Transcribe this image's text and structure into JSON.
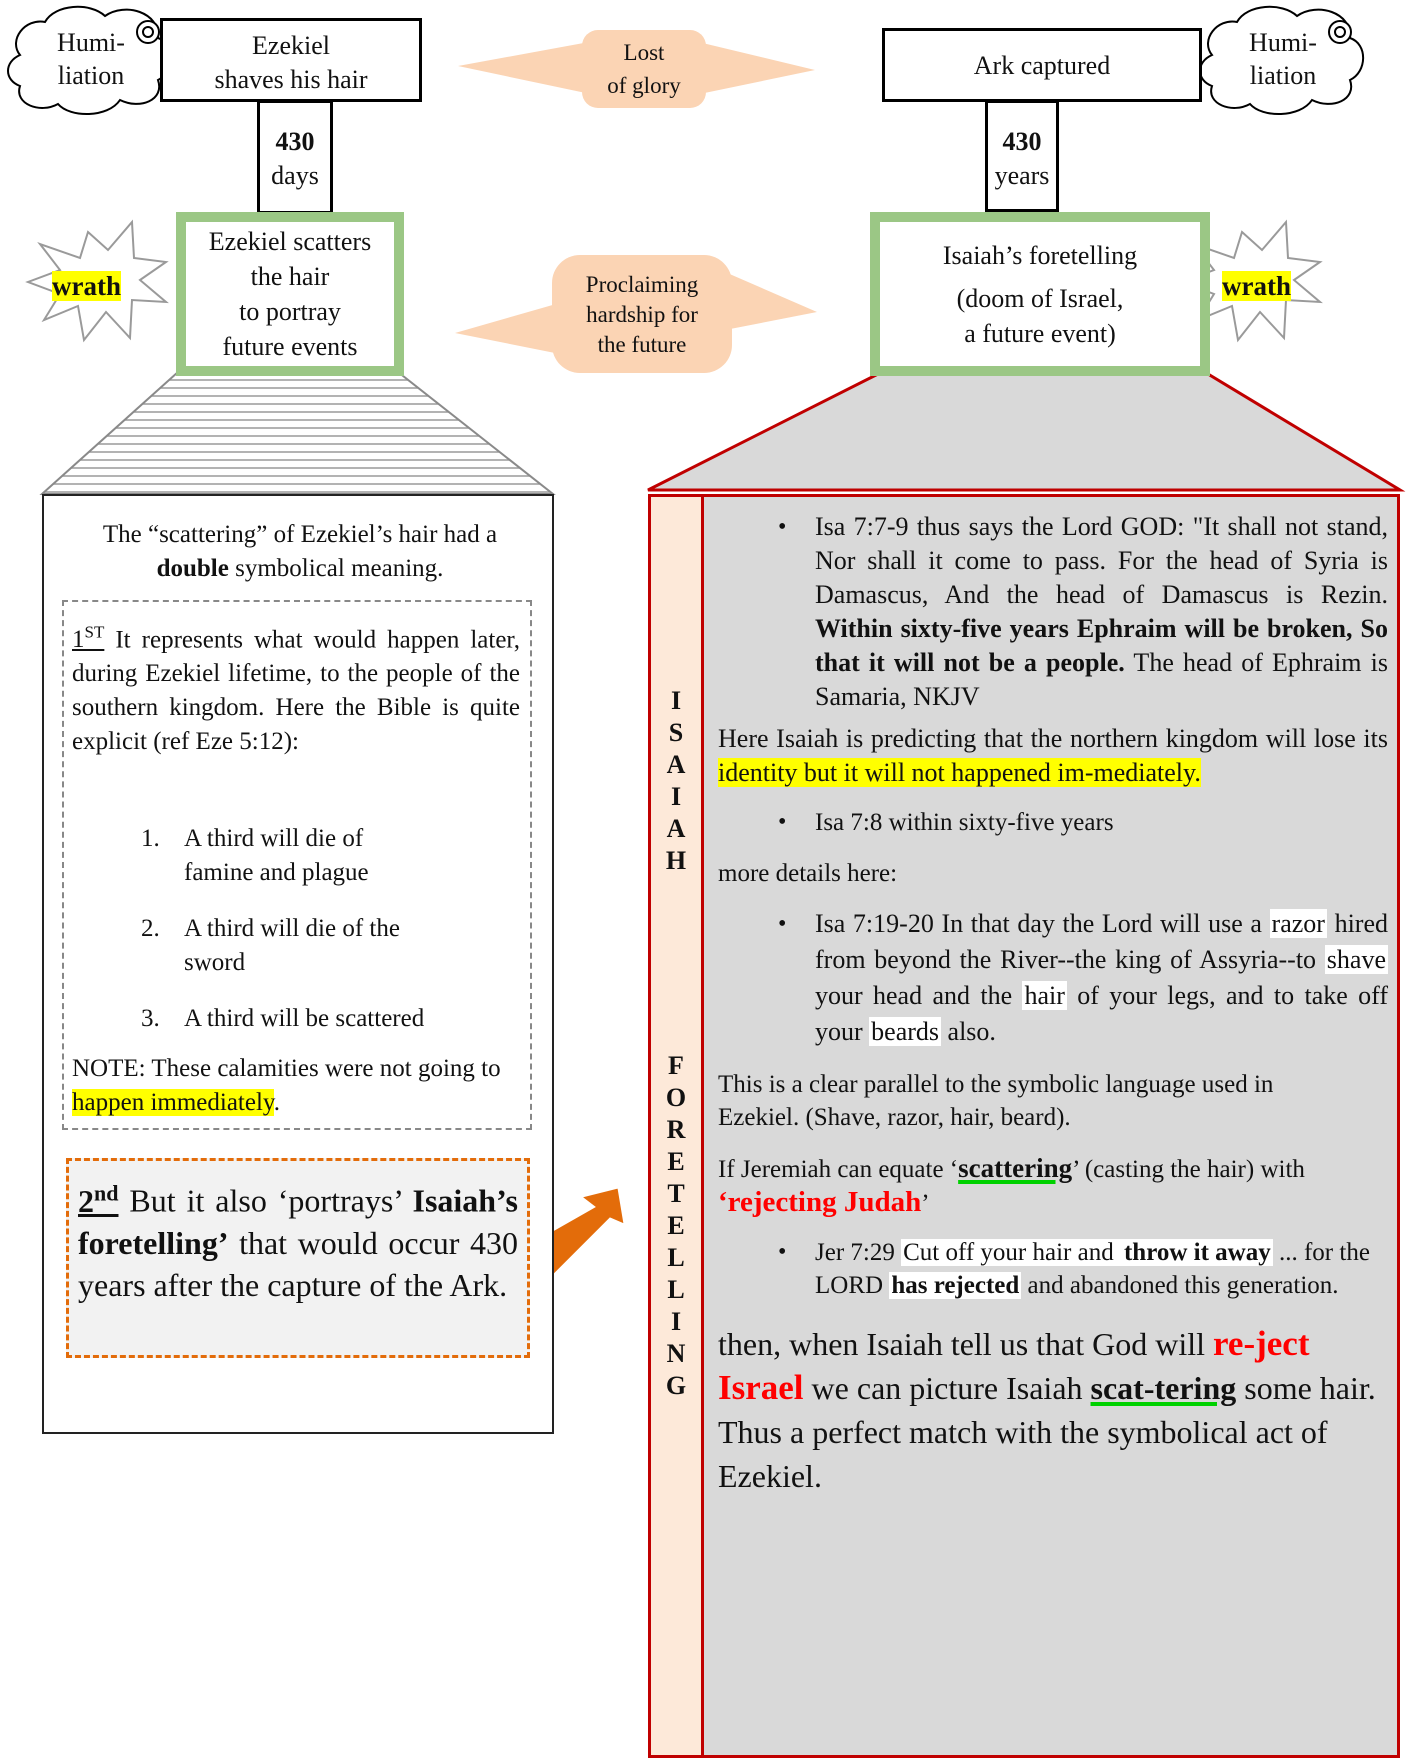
{
  "top": {
    "left": {
      "cloud": "Humi-\nliation",
      "event": "Ezekiel\nshaves his hair",
      "period_number": "430",
      "period_unit": "days",
      "green_box": "Ezekiel scatters\nthe hair\nto portray\nfuture events",
      "star": "wrath"
    },
    "right": {
      "cloud": "Humi-\nliation",
      "event": "Ark captured",
      "period_number": "430",
      "period_unit": "years",
      "green_box_line1": "Isaiah’s foretelling",
      "green_box_line2": "(doom of Israel,\na future event)",
      "star": "wrath"
    },
    "callout_top": "Lost\nof glory",
    "callout_middle": "Proclaiming\nhardship for\nthe future"
  },
  "left_panel": {
    "intro_a": "The “scattering” of Ezekiel’s hair had a ",
    "intro_bold": "double",
    "intro_b": " symbolical meaning.",
    "first_num": "1",
    "first_sup": "ST",
    "first_text": " It represents what would happen later, during Ezekiel lifetime, to the people of the southern kingdom. Here the Bible is quite explicit (ref Eze 5:12):",
    "items": [
      {
        "n": "1.",
        "text": "A third will die of famine and plague"
      },
      {
        "n": "2.",
        "text": "A third will die of the sword"
      },
      {
        "n": "3.",
        "text": "A third will be scattered"
      }
    ],
    "note_a": "NOTE: These calamities were not going  to ",
    "note_hl": "happen immediately",
    "note_b": ".",
    "second_num": "2",
    "second_sup": "nd",
    "second_a": " But it also ‘portrays’ ",
    "second_bold": "Isaiah’s foretelling’",
    "second_b": " that would occur 430 years after the capture of the Ark."
  },
  "right_panel": {
    "vertical_word1": [
      "I",
      "S",
      "A",
      "I",
      "A",
      "H"
    ],
    "vertical_word2": [
      "F",
      "O",
      "R",
      "E",
      "T",
      "E",
      "L",
      "L",
      "I",
      "N",
      "G"
    ],
    "bullet1_a": "Isa 7:7-9 thus says the Lord GOD: \"It shall not stand, Nor shall it come to pass. For the head of Syria is Damascus, And the head of Damascus is Rezin. ",
    "bullet1_bold": "Within sixty-five years Ephraim will be broken, So that it will not be a people.",
    "bullet1_b": " The head of Ephraim is Samaria, NKJV",
    "para1_a": "Here Isaiah is predicting that the northern kingdom will lose its ",
    "para1_hl": "identity but it will not happened im-mediately.",
    "bullet2": "Isa 7:8 within sixty-five years",
    "para2": "more details here:",
    "bullet3": {
      "t1": "Isa 7:19-20 In that day the Lord will use a ",
      "razor": "razor",
      "t2": " hired from beyond the River--the king of Assyria--to ",
      "shave": "shave",
      "t3": " your head and the ",
      "hair": "hair",
      "t4": " of your legs, and to take off your ",
      "beards": "beards",
      "t5": " also."
    },
    "para3": "This is a clear parallel to the symbolic language used in Ezekiel. (Shave, razor, hair, beard).",
    "para4": {
      "a": "If Jeremiah can equate  ‘",
      "scattering": "scattering",
      "b": "’  (casting the hair) with ",
      "rejecting": "‘rejecting Judah",
      "c": "’"
    },
    "bullet4": {
      "t1": "Jer 7:29 ",
      "w1": "Cut off your hair and ",
      "b1": "throw it away",
      "t2": " ... for the LORD ",
      "b2": "has rejected",
      "t3": " and abandoned this generation."
    },
    "final": {
      "a": "then, when Isaiah tell us that God will ",
      "red": "re-ject Israel",
      "b": " we can picture Isaiah  ",
      "scat": "scat-tering",
      "c": " some hair. Thus a perfect match with the symbolical act of Ezekiel."
    }
  },
  "colors": {
    "green": "#9bc785",
    "peach": "#fbd4b4",
    "red_border": "#c00000",
    "panel_gray": "#d9d9d9",
    "orange_arrow": "#e36c0a",
    "highlight": "#ffff00"
  }
}
